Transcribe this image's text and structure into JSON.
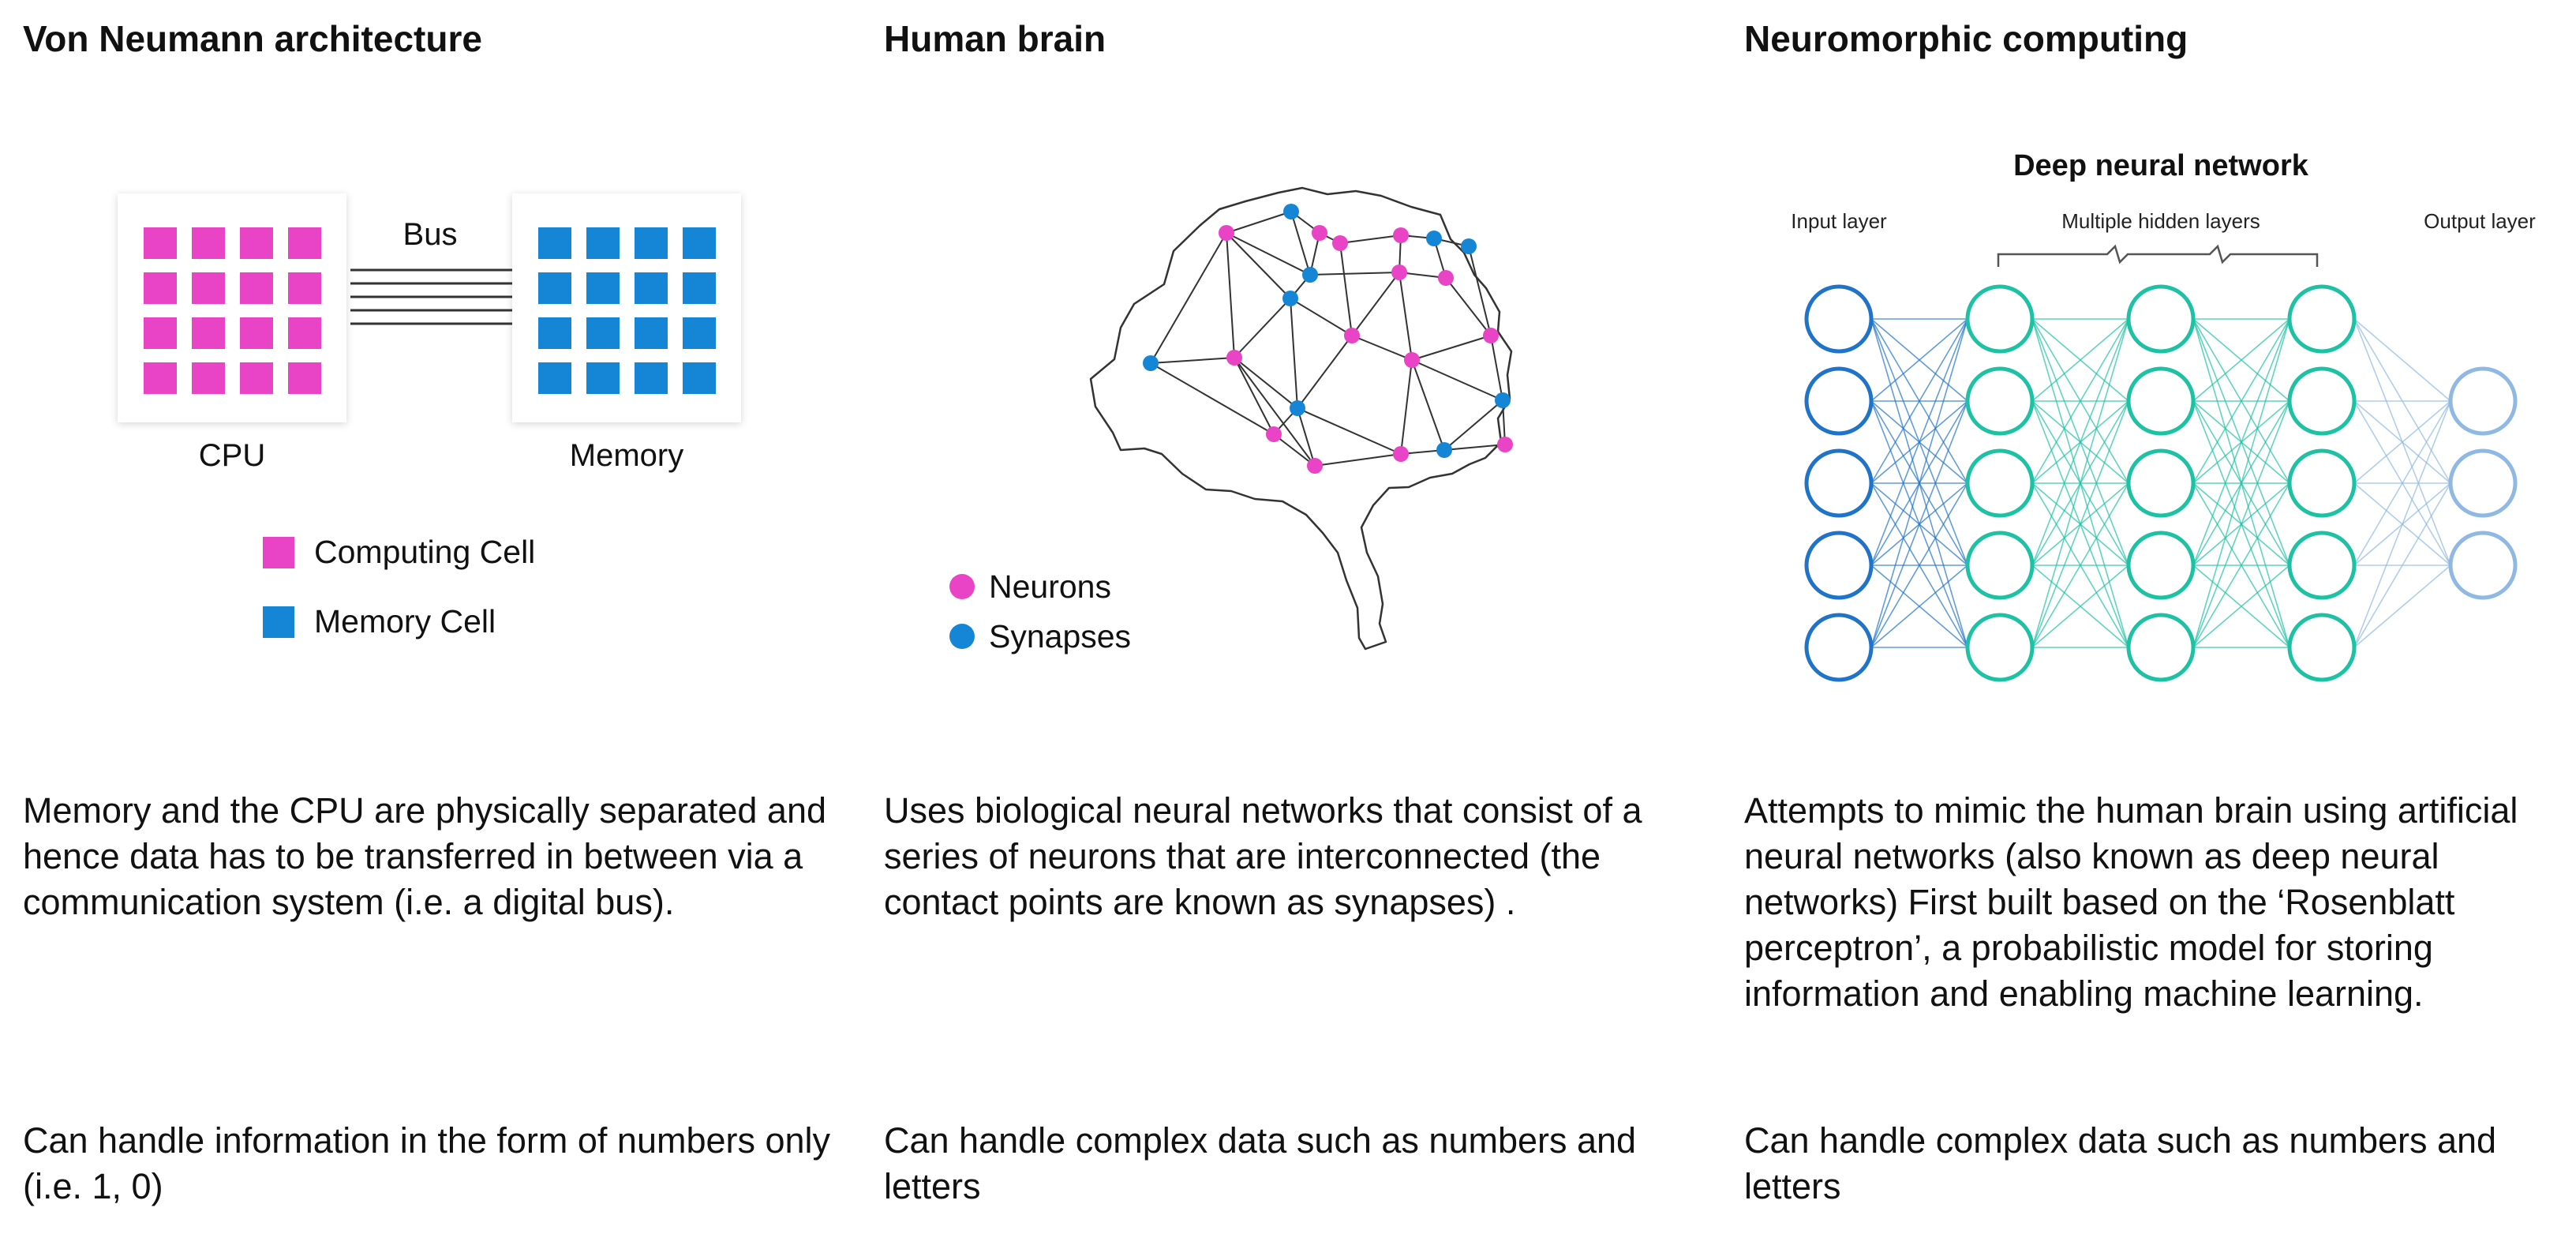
{
  "colors": {
    "computing_cell": "#E944C6",
    "memory_cell": "#1586D6",
    "neuron": "#E944C6",
    "synapse": "#1586D6",
    "input_node": "#1F73C9",
    "hidden_node": "#1CC2A3",
    "output_node": "#8FB9E2",
    "line": "#333333"
  },
  "von_neumann": {
    "heading": "Von Neumann architecture",
    "bus_label": "Bus",
    "cpu_label": "CPU",
    "memory_label": "Memory",
    "legend_computing": "Computing Cell",
    "legend_memory": "Memory Cell",
    "description": "Memory and the CPU are physically separated and hence data has to be transferred in between via a communication system (i.e. a digital bus).",
    "capability": "Can handle information in the form of numbers only (i.e. 1, 0)"
  },
  "human_brain": {
    "heading": "Human brain",
    "legend_neurons": "Neurons",
    "legend_synapses": "Synapses",
    "description": "Uses biological neural networks that consist of a series of neurons that are interconnected (the contact points are known as synapses) .",
    "capability": "Can handle complex data such as numbers and letters"
  },
  "neuromorphic": {
    "heading": "Neuromorphic computing",
    "diagram_title": "Deep neural network",
    "input_layer_label": "Input layer",
    "hidden_layers_label": "Multiple hidden layers",
    "output_layer_label": "Output layer",
    "description": "Attempts to mimic the human brain using artificial neural networks (also known as deep neural networks) First built based on the ‘Rosenblatt perceptron’, a probabilistic model for storing information and enabling machine learning.",
    "capability": "Can handle complex data such as numbers and letters"
  }
}
